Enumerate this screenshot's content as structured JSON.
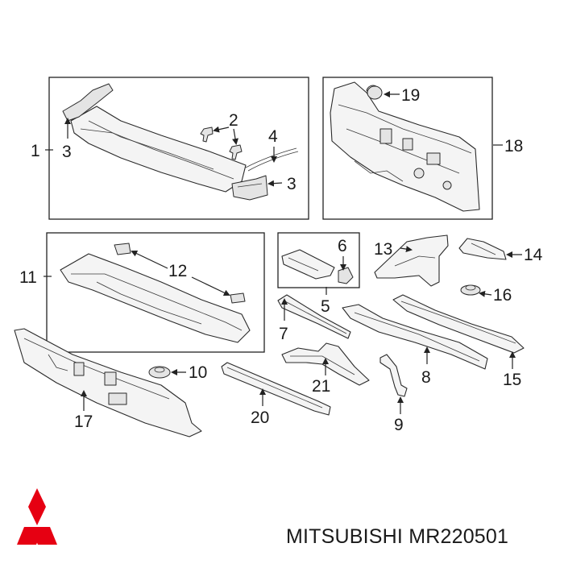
{
  "diagram": {
    "callouts": [
      {
        "id": "c1",
        "text": "1"
      },
      {
        "id": "c2",
        "text": "2"
      },
      {
        "id": "c3a",
        "text": "3"
      },
      {
        "id": "c3b",
        "text": "3"
      },
      {
        "id": "c4",
        "text": "4"
      },
      {
        "id": "c5",
        "text": "5"
      },
      {
        "id": "c6",
        "text": "6"
      },
      {
        "id": "c7",
        "text": "7"
      },
      {
        "id": "c8",
        "text": "8"
      },
      {
        "id": "c9",
        "text": "9"
      },
      {
        "id": "c10",
        "text": "10"
      },
      {
        "id": "c11",
        "text": "11"
      },
      {
        "id": "c12",
        "text": "12"
      },
      {
        "id": "c13",
        "text": "13"
      },
      {
        "id": "c14",
        "text": "14"
      },
      {
        "id": "c15",
        "text": "15"
      },
      {
        "id": "c16",
        "text": "16"
      },
      {
        "id": "c17",
        "text": "17"
      },
      {
        "id": "c18",
        "text": "18"
      },
      {
        "id": "c19",
        "text": "19"
      },
      {
        "id": "c20",
        "text": "20"
      },
      {
        "id": "c21",
        "text": "21"
      }
    ]
  },
  "footer": {
    "brand_text": "MITSUBISHI MR220501",
    "logo_icon": "mitsubishi-three-diamonds-logo",
    "logo_color": "#e60012"
  }
}
